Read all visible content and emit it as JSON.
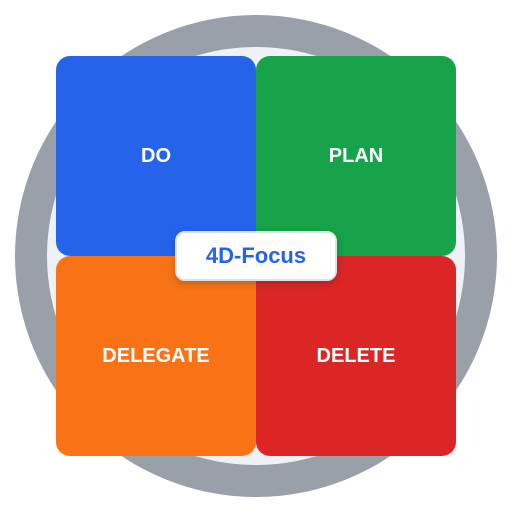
{
  "quadrants": {
    "top_left": {
      "label": "DO",
      "color": "#2563eb"
    },
    "top_right": {
      "label": "PLAN",
      "color": "#16a34a"
    },
    "bottom_left": {
      "label": "DELEGATE",
      "color": "#f97316"
    },
    "bottom_right": {
      "label": "DELETE",
      "color": "#dc2626"
    }
  },
  "center": {
    "label": "4D-Focus",
    "color": "#2563eb"
  },
  "ring": {
    "color": "#9aa0aa"
  }
}
